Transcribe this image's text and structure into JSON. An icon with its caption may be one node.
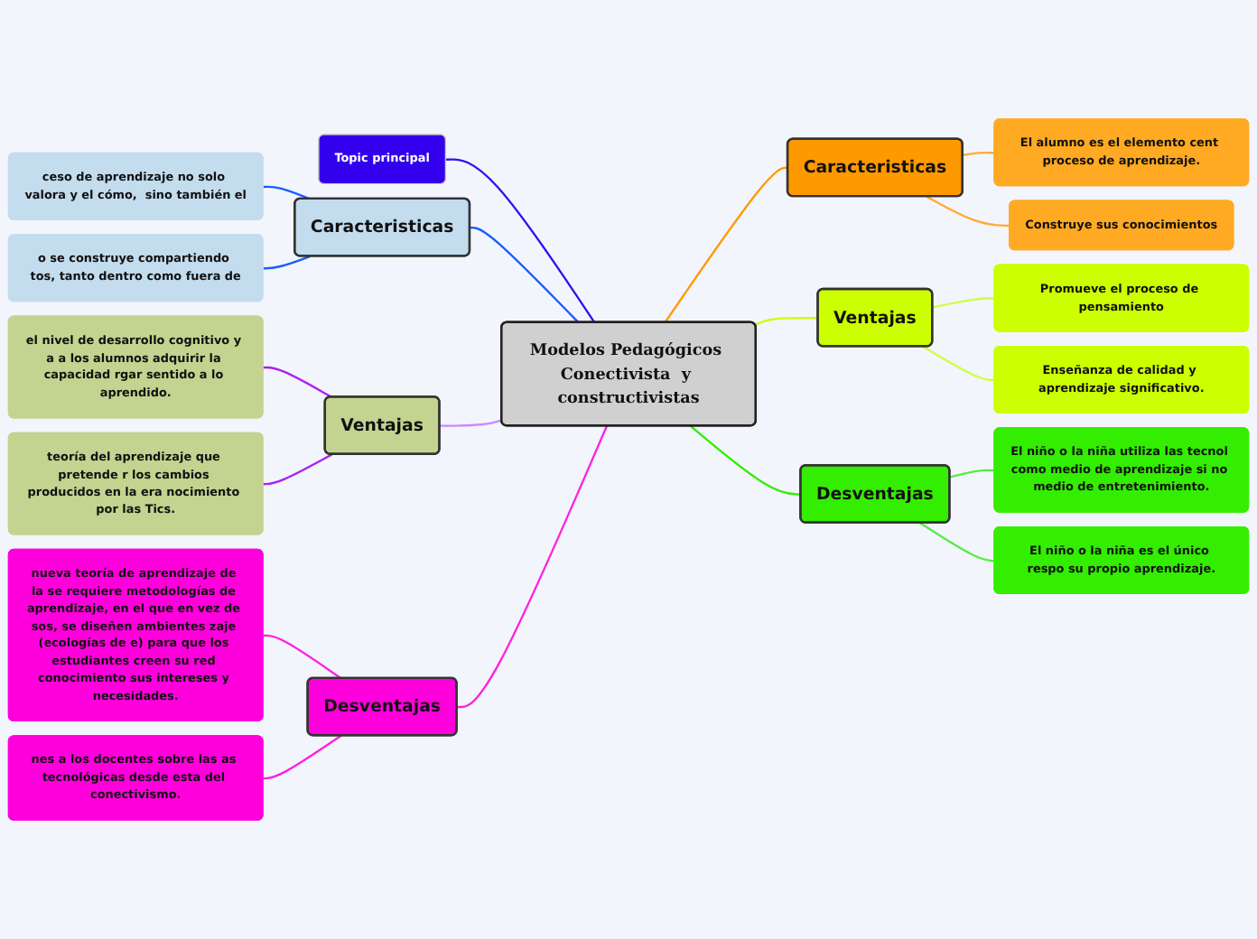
{
  "diagram": {
    "nodes": [
      {
        "text": [
          "Modelos Pedagógicos Conectivista  y constructivistas"
        ]
      },
      {
        "text": [
          "Topic principal"
        ]
      },
      {
        "text": [
          "Caracteristicas"
        ]
      },
      {
        "text": [
          "ceso de aprendizaje no solo valora y el cómo,  sino también el"
        ]
      },
      {
        "text": [
          "o se construye compartiendo tos, tanto dentro como fuera de"
        ]
      },
      {
        "text": [
          "Ventajas"
        ]
      },
      {
        "text": [
          "el nivel de desarrollo cognitivo y a a los alumnos adquirir la capacidad rgar sentido a lo aprendido."
        ]
      },
      {
        "text": [
          "teoría del aprendizaje que pretende r los cambios producidos en la era nocimiento por las Tics."
        ]
      },
      {
        "text": [
          "Desventajas"
        ]
      },
      {
        "text": [
          "nueva teoría de aprendizaje de la se requiere metodologías de aprendizaje, en el que en vez de sos, se diseñen ambientes zaje (ecologías de e) para que los estudiantes creen su red conocimiento sus intereses y necesidades."
        ]
      },
      {
        "text": [
          "nes a los docentes sobre las as tecnológicas desde esta del conectivismo."
        ]
      },
      {
        "text": [
          "Caracteristicas"
        ]
      },
      {
        "text": [
          "El alumno es el elemento cent proceso de aprendizaje."
        ]
      },
      {
        "text": [
          "Construye sus conocimientos"
        ]
      },
      {
        "text": [
          "Ventajas"
        ]
      },
      {
        "text": [
          "Promueve el proceso de pensamiento"
        ]
      },
      {
        "text": [
          "Enseñanza de calidad y aprendizaje significativo."
        ]
      },
      {
        "text": [
          "Desventajas"
        ]
      },
      {
        "text": [
          "El niño o la niña utiliza las tecnol como medio de aprendizaje si no medio de entretenimiento."
        ]
      },
      {
        "text": [
          "El niño o la niña es el único respo su propio aprendizaje."
        ]
      }
    ],
    "edges": [
      {
        "from": 1,
        "to": 0,
        "arrow": "none",
        "color": "#3311ee"
      },
      {
        "from": 2,
        "to": 0,
        "arrow": "none",
        "color": "#1a5cff"
      },
      {
        "from": 3,
        "to": 2,
        "arrow": "none",
        "color": "#1a5cff"
      },
      {
        "from": 4,
        "to": 2,
        "arrow": "none",
        "color": "#1a5cff"
      },
      {
        "from": 5,
        "to": 0,
        "arrow": "none",
        "color": "#cc88ff"
      },
      {
        "from": 6,
        "to": 5,
        "arrow": "none",
        "color": "#aa22ee"
      },
      {
        "from": 7,
        "to": 5,
        "arrow": "none",
        "color": "#aa22ee"
      },
      {
        "from": 8,
        "to": 0,
        "arrow": "none",
        "color": "#ff22dd"
      },
      {
        "from": 9,
        "to": 8,
        "arrow": "none",
        "color": "#ff22dd"
      },
      {
        "from": 10,
        "to": 8,
        "arrow": "none",
        "color": "#ff22dd"
      },
      {
        "from": 0,
        "to": 11,
        "arrow": "none",
        "color": "#ff9900"
      },
      {
        "from": 11,
        "to": 12,
        "arrow": "none",
        "color": "#ffaa33"
      },
      {
        "from": 11,
        "to": 13,
        "arrow": "none",
        "color": "#ffaa33"
      },
      {
        "from": 0,
        "to": 14,
        "arrow": "none",
        "color": "#ccff00"
      },
      {
        "from": 14,
        "to": 15,
        "arrow": "none",
        "color": "#ccff44"
      },
      {
        "from": 14,
        "to": 16,
        "arrow": "none",
        "color": "#ccff44"
      },
      {
        "from": 0,
        "to": 17,
        "arrow": "none",
        "color": "#33ee00"
      },
      {
        "from": 17,
        "to": 18,
        "arrow": "none",
        "color": "#55ee44"
      },
      {
        "from": 17,
        "to": 19,
        "arrow": "none",
        "color": "#55ee44"
      }
    ]
  }
}
